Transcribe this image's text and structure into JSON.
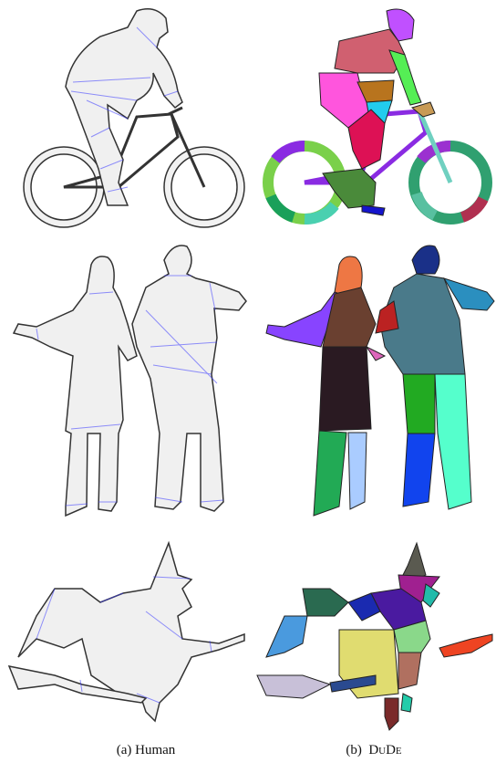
{
  "figure": {
    "captions": {
      "left": "(a)  Human",
      "right_prefix": "(b)  ",
      "right_name": "DuDe"
    },
    "rows": [
      "bicycle-rider",
      "dancing-couple",
      "witch-on-broom"
    ],
    "colors": {
      "shape_fill": "#f0f0f0",
      "outline": "#333333",
      "human_cut": "#3a3aff",
      "dude_cut": "#cc0000"
    }
  }
}
